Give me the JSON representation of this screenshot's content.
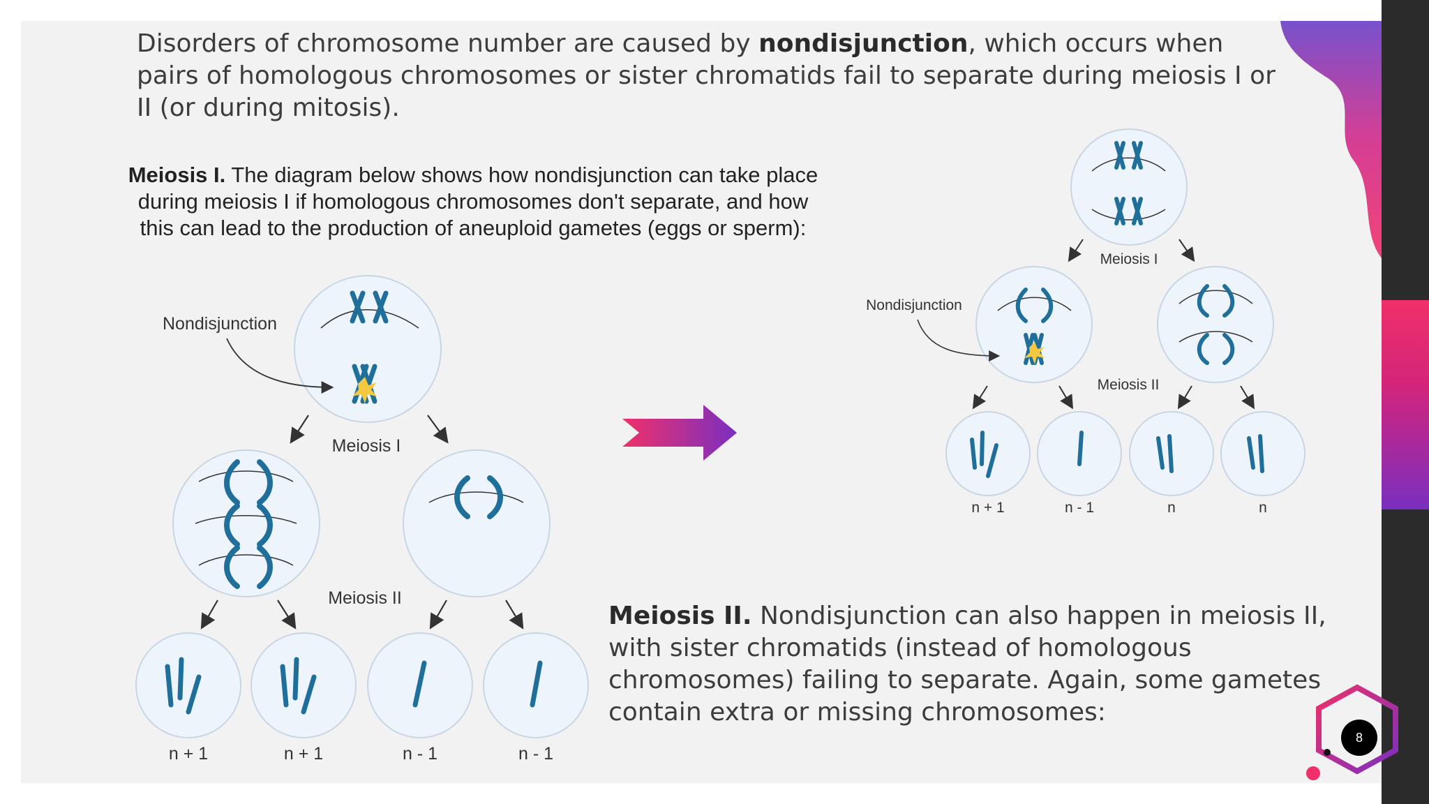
{
  "intro": {
    "before": "Disorders of chromosome number are caused by ",
    "bold": "nondisjunction",
    "after": ", which occurs when pairs of homologous chromosomes or sister chromatids fail to separate during meiosis I or II (or during mitosis)."
  },
  "meiosis1_text": {
    "bold": "Meiosis I.",
    "rest": " The diagram below shows how nondisjunction can take place during meiosis I if homologous chromosomes don't separate, and how this can lead to the production of aneuploid gametes (eggs or sperm):"
  },
  "meiosis2_text": {
    "bold": "Meiosis II.",
    "rest": " Nondisjunction can also happen in meiosis II, with sister chromatids (instead of homologous chromosomes) failing to separate. Again, some gametes contain extra or missing chromosomes:"
  },
  "diagram1": {
    "nondisjunction_label": "Nondisjunction",
    "meiosis1_label": "Meiosis I",
    "meiosis2_label": "Meiosis II",
    "gametes": [
      "n + 1",
      "n + 1",
      "n - 1",
      "n - 1"
    ]
  },
  "diagram2": {
    "nondisjunction_label": "Nondisjunction",
    "meiosis1_label": "Meiosis I",
    "meiosis2_label": "Meiosis II",
    "gametes": [
      "n + 1",
      "n - 1",
      "n",
      "n"
    ]
  },
  "colors": {
    "chromosome": "#1f6f9a",
    "cell_fill": "#eef4fb",
    "cell_stroke": "#c8d6e4",
    "accent_pink": "#f0306a",
    "accent_purple": "#7a2fc0"
  },
  "page_number": "8"
}
